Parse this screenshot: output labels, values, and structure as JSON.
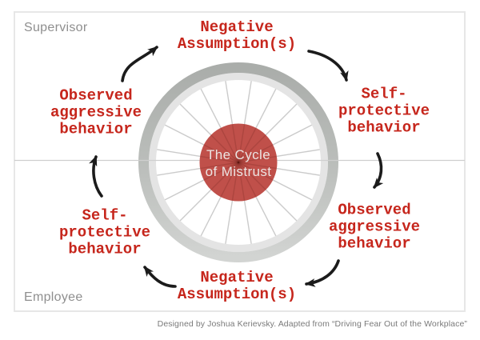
{
  "panel": {
    "supervisor_label": "Supervisor",
    "employee_label": "Employee"
  },
  "hub": {
    "title": "The Cycle\nof Mistrust"
  },
  "cycle": {
    "top": "Negative\nAssumption(s)",
    "right_top": "Self-\nprotective\nbehavior",
    "right_bottom": "Observed\naggressive\nbehavior",
    "bottom": "Negative\nAssumption(s)",
    "left_bottom": "Self-\nprotective\nbehavior",
    "left_top": "Observed\naggressive\nbehavior"
  },
  "footer": {
    "credit": "Designed by Joshua Kerievsky. Adapted from “Driving Fear Out of the Workplace”"
  },
  "colors": {
    "label_red": "#c6261c",
    "hub_red": "#c0504a",
    "hub_center_red": "#a6423c",
    "hub_text": "#ece4e2",
    "arrow_black": "#1b1b1b",
    "frame_gray": "#e7e7e7",
    "divider_gray": "#cfcfcf",
    "corner_label_gray": "#8f8f8f",
    "credit_gray": "#7a7a7a",
    "rim_light": "#e4e4e4",
    "spoke_gray": "#cbcbcb"
  }
}
